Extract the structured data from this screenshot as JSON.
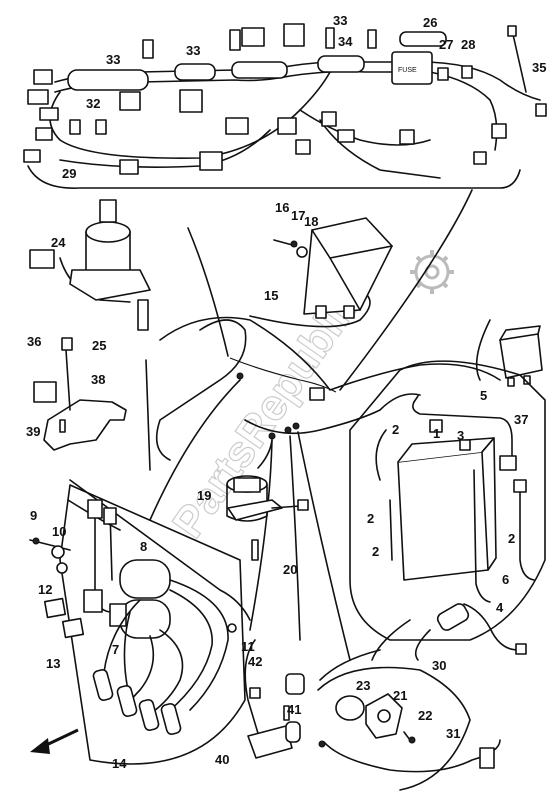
{
  "watermark": "PartsRepublik",
  "fuse_label": "FUSE",
  "callouts": [
    "1",
    "2",
    "2",
    "2",
    "2",
    "3",
    "4",
    "5",
    "6",
    "7",
    "8",
    "9",
    "10",
    "11",
    "12",
    "13",
    "14",
    "15",
    "16",
    "17",
    "18",
    "19",
    "20",
    "21",
    "22",
    "23",
    "24",
    "25",
    "26",
    "27",
    "28",
    "29",
    "30",
    "31",
    "32",
    "33",
    "33",
    "33",
    "34",
    "35",
    "36",
    "37",
    "38",
    "39",
    "40",
    "41",
    "42"
  ],
  "icons": {
    "arrow": "direction-arrow-icon",
    "logo": "gear-logo-icon"
  }
}
